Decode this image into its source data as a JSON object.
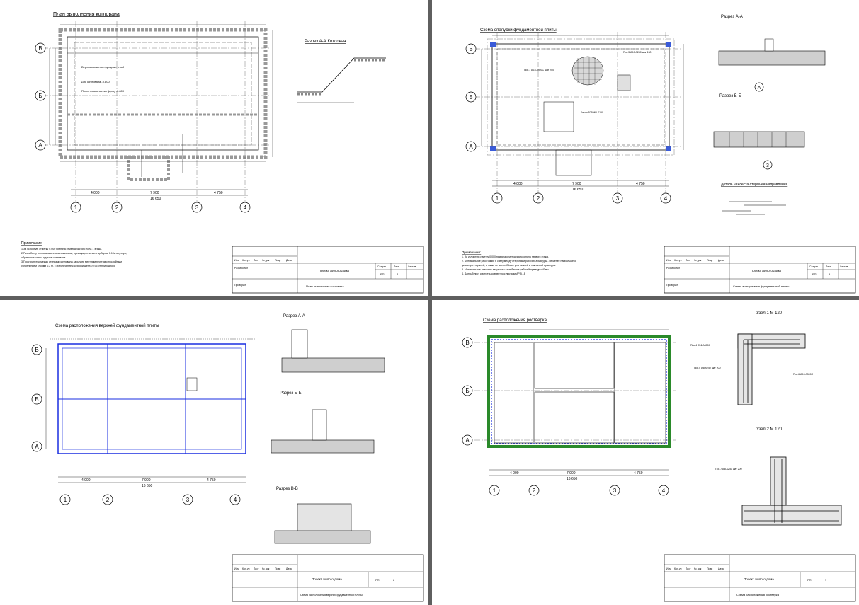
{
  "axes": {
    "letters": [
      "В",
      "Б",
      "А"
    ],
    "numbers": [
      "1",
      "2",
      "3",
      "4"
    ],
    "spans": [
      "4 000",
      "7 900",
      "4 750"
    ],
    "total": "16 650"
  },
  "sheet1": {
    "title": "План выполнения котлована",
    "section_title": "Разрез А-А Котлован",
    "marks": [
      "Верхняя отметка фундаментной",
      "Дно котлована -0.800",
      "Проектная отметка фунд. -0.800"
    ],
    "notes_title": "Примечание",
    "notes": [
      "1.За условную отметку 0.000 принята отметка чистого пола 1 этажа.",
      "2.Разработку котлована вести механизмом; преимущественно с добором 0.10м вручную;",
      "обратная засыпка грунтом котлована.",
      "3.Пространство между стенками котлована засыпать местным грунтом с послойным",
      "уплотнением слоями 0.2 м, с обеспечением коэффициента 0.95 от природного."
    ],
    "tb": {
      "project": "Проект жилого дома",
      "sheet_name": "План выполнения котлована",
      "stage": "РП",
      "sheet": "4",
      "sheets": ""
    }
  },
  "sheet2": {
    "title": "Схема опалубки фундаментной плиты",
    "sec_aa": "Разрез А-А",
    "sec_bb": "Разрез Б-Б",
    "detail_title": "Деталь нахлеста стержней направления",
    "leaders": [
      "Пос.1 Ø16 A500С шаг 200",
      "Бетон В25 W6 F150",
      "Пос.3 Ø10 A240 шаг 150"
    ],
    "notes_title": "Примечания:",
    "notes": [
      "1. За условную отметку 0.000 принята отметка чистого пола первого этажа.",
      "2. Минимальное расстояние в свету между стержнями рабочей арматуры - не менее наибольшего",
      "диаметра стержней, а также не менее 25мм - для нижней и наклонной арматуры.",
      "3. Минимальное значение защитного слоя бетона рабочей арматуры 40мм.",
      "4. Данный лист смотреть совместно с листами АР-5...8"
    ],
    "tb": {
      "project": "Проект жилого дома",
      "sheet_name": "Схема армирования фундаментной плиты",
      "stage": "РП",
      "sheet": "5",
      "sheets": ""
    }
  },
  "sheet3": {
    "title": "Схема расположения верхней фундаментной плиты",
    "sec_aa": "Разрез А-А",
    "sec_bb": "Разрез Б-Б",
    "sec_vv": "Разрез В-В",
    "tb": {
      "project": "Проект жилого дома",
      "sheet_name": "Схема расположения верхней фундаментной плиты",
      "stage": "РП",
      "sheet": "6",
      "sheets": ""
    }
  },
  "sheet4": {
    "title": "Схема расположения ростверка",
    "node1": "Узел 1  М 120",
    "node2": "Узел 2  М 120",
    "leaders": [
      "Пос.4 Ø12 A500С",
      "Пос.5 Ø8 A240 шаг 200",
      "Пос.6 Ø16 A500С",
      "Пос.7 Ø8 A240 шаг 200"
    ],
    "tb": {
      "project": "Проект жилого дома",
      "sheet_name": "Схема расположения ростверка",
      "stage": "РП",
      "sheet": "7",
      "sheets": ""
    }
  },
  "titleblock_labels": {
    "izm": "Изм",
    "kol": "Кол.уч",
    "list": "Лист",
    "ndoc": "№ док",
    "podp": "Подп",
    "date": "Дата",
    "stage": "Стадия",
    "sheet": "Лист",
    "sheets": "Листов",
    "razrab": "Разработал",
    "prov": "Проверил"
  }
}
